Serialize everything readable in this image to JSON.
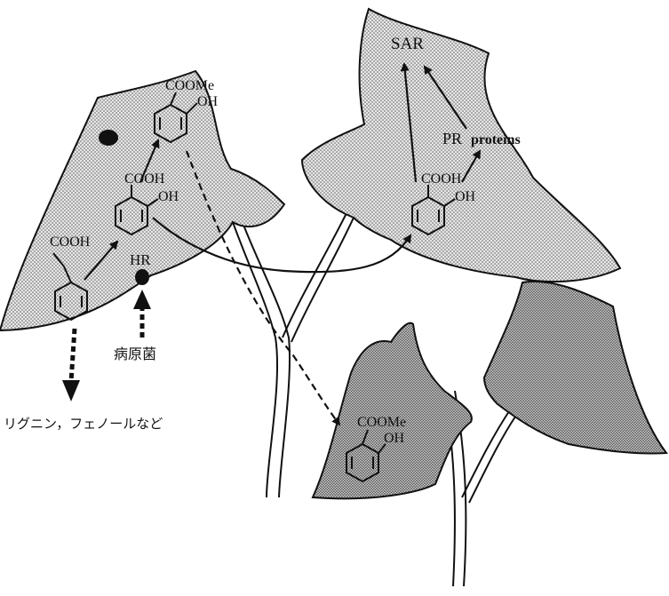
{
  "labels": {
    "sar": "SAR",
    "pr_proteins_pr": "PR",
    "pr_proteins_word": "proteins",
    "hr": "HR",
    "pathogen": "病原菌",
    "lignin_phenol": "リグニン，フェノールなど"
  },
  "structures": {
    "methyl_salicylate_top": {
      "group1": "COOMe",
      "group2": "OH"
    },
    "salicylic_acid_left": {
      "group1": "COOH",
      "group2": "OH"
    },
    "cinnamic_acid": {
      "group1": "COOH"
    },
    "salicylic_acid_right": {
      "group1": "COOH",
      "group2": "OH"
    },
    "methyl_salicylate_bottom": {
      "group1": "COOMe",
      "group2": "OH"
    }
  },
  "colors": {
    "ink": "#111111",
    "leaf_fill_light": "#cfcfcf",
    "leaf_fill_dark": "#a9a9a9",
    "background": "#ffffff"
  }
}
